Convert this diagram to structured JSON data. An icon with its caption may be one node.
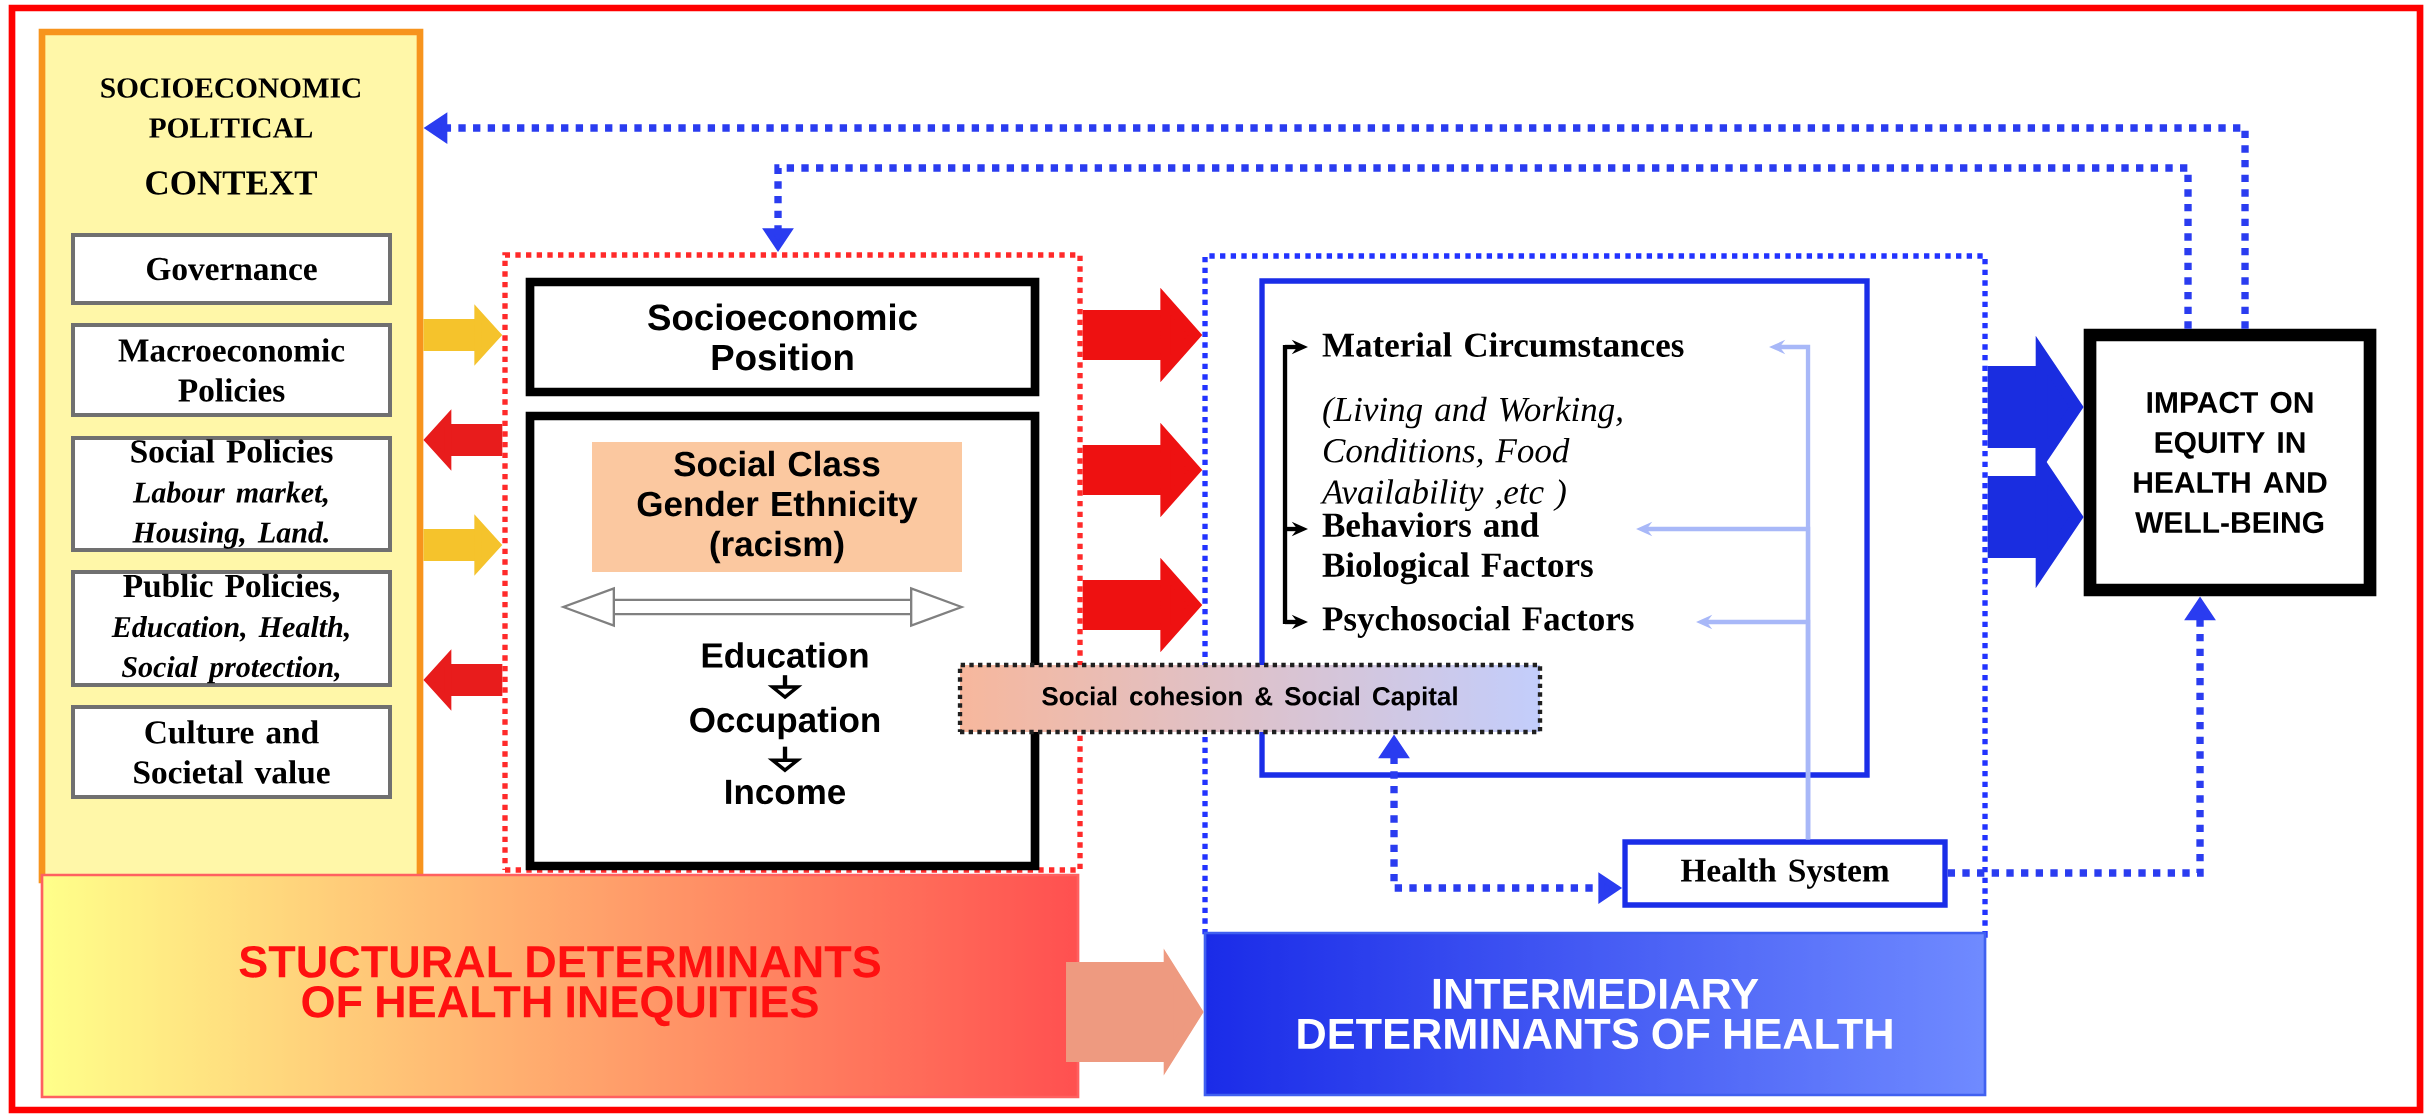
{
  "diagram": {
    "nodes": [
      {
        "text": [
          "SOCIOECONOMIC POLITICAL",
          "CONTEXT"
        ]
      },
      {
        "text": [
          "Governance"
        ],
        "in": 0
      },
      {
        "text": [
          "Macroeconomic Policies"
        ],
        "in": 0
      },
      {
        "text": [
          "Social Policies",
          "Labour market, Housing, Land."
        ],
        "in": 0
      },
      {
        "text": [
          "Public Policies,",
          "Education, Health, Social protection,"
        ],
        "in": 0
      },
      {
        "text": [
          "Culture and Societal value"
        ],
        "in": 0
      },
      {
        "text": [],
        "shape": "box"
      },
      {
        "text": [
          "Socioeconomic Position"
        ],
        "in": 6
      },
      {
        "text": [],
        "shape": "box",
        "in": 6
      },
      {
        "text": [
          "Social Class Gender Ethnicity (racism)"
        ],
        "in": 8
      },
      {
        "text": [
          "Education"
        ],
        "in": 8
      },
      {
        "text": [
          "Occupation"
        ],
        "in": 8
      },
      {
        "text": [
          "Income"
        ],
        "in": 8
      },
      {
        "text": [
          "Social cohesion & Social Capital"
        ]
      },
      {
        "text": [],
        "shape": "box"
      },
      {
        "text": [],
        "shape": "box",
        "in": 14
      },
      {
        "text": [
          "Material Circumstances",
          "(Living and Working, Conditions, Food Availability ,etc )"
        ],
        "in": 15
      },
      {
        "text": [
          "Behaviors and Biological Factors"
        ],
        "in": 15
      },
      {
        "text": [
          "Psychosocial Factors"
        ],
        "in": 15
      },
      {
        "text": [
          "Health System"
        ],
        "in": 14
      },
      {
        "text": [
          "IMPACT ON EQUITY IN HEALTH AND WELL-BEING"
        ]
      },
      {
        "text": [
          "STUCTURAL DETERMINANTS OF HEALTH INEQUITIES"
        ]
      },
      {
        "text": [
          "INTERMEDIARY DETERMINANTS OF HEALTH"
        ]
      }
    ],
    "edges": [
      {
        "from": 0,
        "to": 6,
        "arrow": "to",
        "style": "thick",
        "color": "#f5c32c"
      },
      {
        "from": 6,
        "to": 0,
        "arrow": "to",
        "style": "thick",
        "color": "#e81c1c"
      },
      {
        "from": 0,
        "to": 6,
        "arrow": "to",
        "style": "thick",
        "color": "#f5c32c"
      },
      {
        "from": 6,
        "to": 0,
        "arrow": "to",
        "style": "thick",
        "color": "#e81c1c"
      },
      {
        "from": 10,
        "to": 11,
        "arrow": "to"
      },
      {
        "from": 11,
        "to": 12,
        "arrow": "to"
      },
      {
        "from": 6,
        "to": 14,
        "arrow": "to",
        "style": "thick",
        "color": "#ee1111"
      },
      {
        "from": 6,
        "to": 14,
        "arrow": "to",
        "style": "thick",
        "color": "#ee1111"
      },
      {
        "from": 6,
        "to": 14,
        "arrow": "to",
        "style": "thick",
        "color": "#ee1111"
      },
      {
        "from": null,
        "to": 16,
        "arrow": "to"
      },
      {
        "from": null,
        "to": 17,
        "arrow": "to"
      },
      {
        "from": null,
        "to": 18,
        "arrow": "to"
      },
      {
        "from": 19,
        "to": 16,
        "arrow": "to",
        "color": "#a8b8f8"
      },
      {
        "from": 19,
        "to": 17,
        "arrow": "to",
        "color": "#a8b8f8"
      },
      {
        "from": 19,
        "to": 18,
        "arrow": "to",
        "color": "#a8b8f8"
      },
      {
        "from": 13,
        "to": 19,
        "arrow": "both",
        "style": "dashed",
        "color": "#2a3cf0"
      },
      {
        "from": 19,
        "to": 20,
        "arrow": "to",
        "style": "dashed",
        "color": "#2a3cf0"
      },
      {
        "from": 14,
        "to": 20,
        "arrow": "to",
        "style": "thick",
        "color": "#1a2de0"
      },
      {
        "from": 14,
        "to": 20,
        "arrow": "to",
        "style": "thick",
        "color": "#1a2de0"
      },
      {
        "from": 20,
        "to": 0,
        "arrow": "to",
        "style": "dashed",
        "color": "#2a3cf0"
      },
      {
        "from": 20,
        "to": 6,
        "arrow": "to",
        "style": "dashed",
        "color": "#2a3cf0"
      },
      {
        "from": 21,
        "to": 22,
        "arrow": "to",
        "style": "thick",
        "color": "#ee9a80"
      }
    ]
  }
}
